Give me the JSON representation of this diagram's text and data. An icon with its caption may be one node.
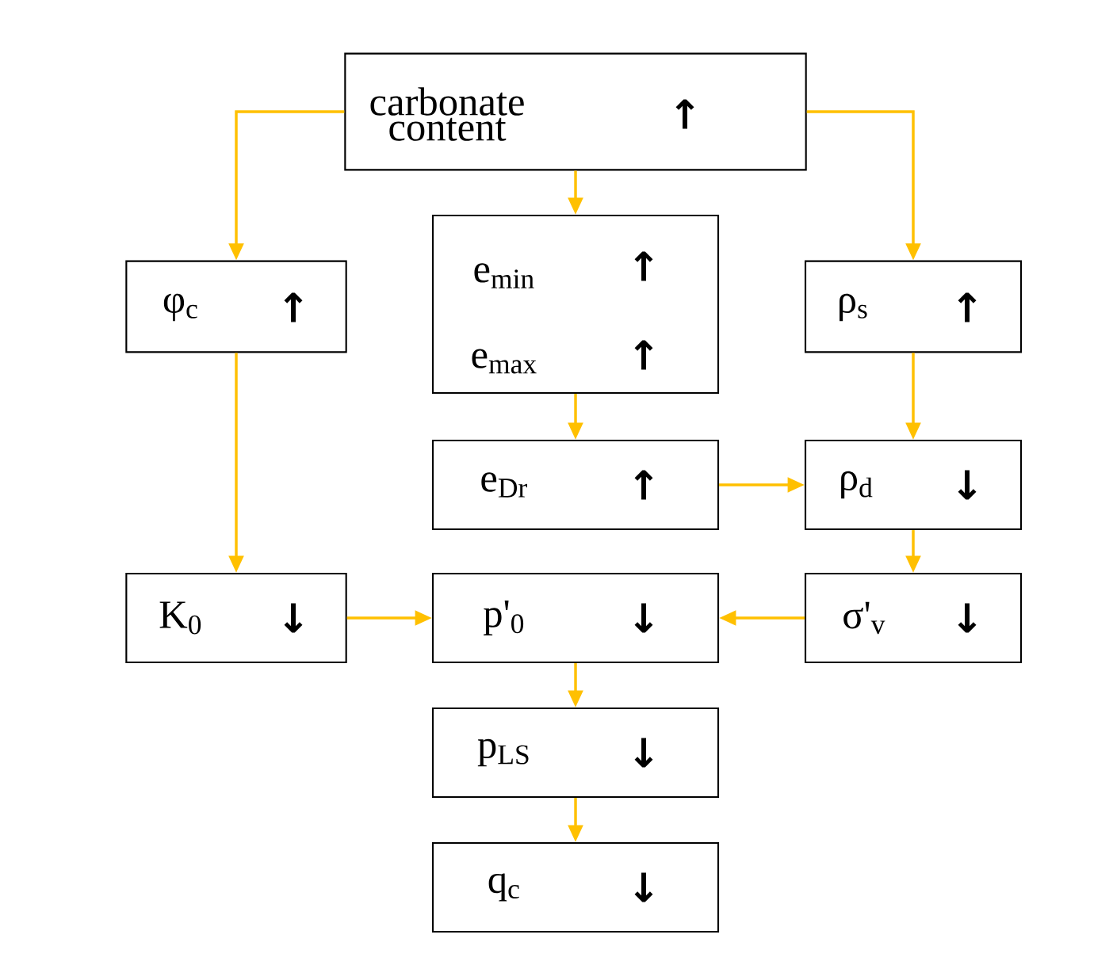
{
  "diagram": {
    "nodes": [
      {
        "text": [
          "carbonate content",
          "↑"
        ]
      },
      {
        "text": [
          "φ$_{c}$",
          "↑"
        ]
      },
      {
        "text": [
          "e$_{min}$",
          "↑",
          "e$_{max}$",
          "↑"
        ]
      },
      {
        "text": [
          "ρ$_{s}$",
          "↑"
        ]
      },
      {
        "text": [
          "e$_{Dr}$",
          "↑"
        ]
      },
      {
        "text": [
          "ρ$_{d}$",
          "↓"
        ]
      },
      {
        "text": [
          "K$_{0}$",
          "↓"
        ]
      },
      {
        "text": [
          "p'$_{0}$",
          "↓"
        ]
      },
      {
        "text": [
          "σ'$_{v}$",
          "↓"
        ]
      },
      {
        "text": [
          "p$_{LS}$",
          "↓"
        ]
      },
      {
        "text": [
          "q$_{c}$",
          "↓"
        ]
      }
    ],
    "edges": [
      {
        "from": 0,
        "to": 1,
        "arrow": "to",
        "color": "#ffc000"
      },
      {
        "from": 0,
        "to": 2,
        "arrow": "to",
        "color": "#ffc000"
      },
      {
        "from": 0,
        "to": 3,
        "arrow": "to",
        "color": "#ffc000"
      },
      {
        "from": 1,
        "to": 6,
        "arrow": "to",
        "color": "#ffc000"
      },
      {
        "from": 2,
        "to": 4,
        "arrow": "to",
        "color": "#ffc000"
      },
      {
        "from": 3,
        "to": 5,
        "arrow": "to",
        "color": "#ffc000"
      },
      {
        "from": 4,
        "to": 5,
        "arrow": "to",
        "color": "#ffc000"
      },
      {
        "from": 5,
        "to": 8,
        "arrow": "to",
        "color": "#ffc000"
      },
      {
        "from": 6,
        "to": 7,
        "arrow": "to",
        "color": "#ffc000"
      },
      {
        "from": 8,
        "to": 7,
        "arrow": "to",
        "color": "#ffc000"
      },
      {
        "from": 7,
        "to": 9,
        "arrow": "to",
        "color": "#ffc000"
      },
      {
        "from": 9,
        "to": 10,
        "arrow": "to",
        "color": "#ffc000"
      }
    ]
  }
}
